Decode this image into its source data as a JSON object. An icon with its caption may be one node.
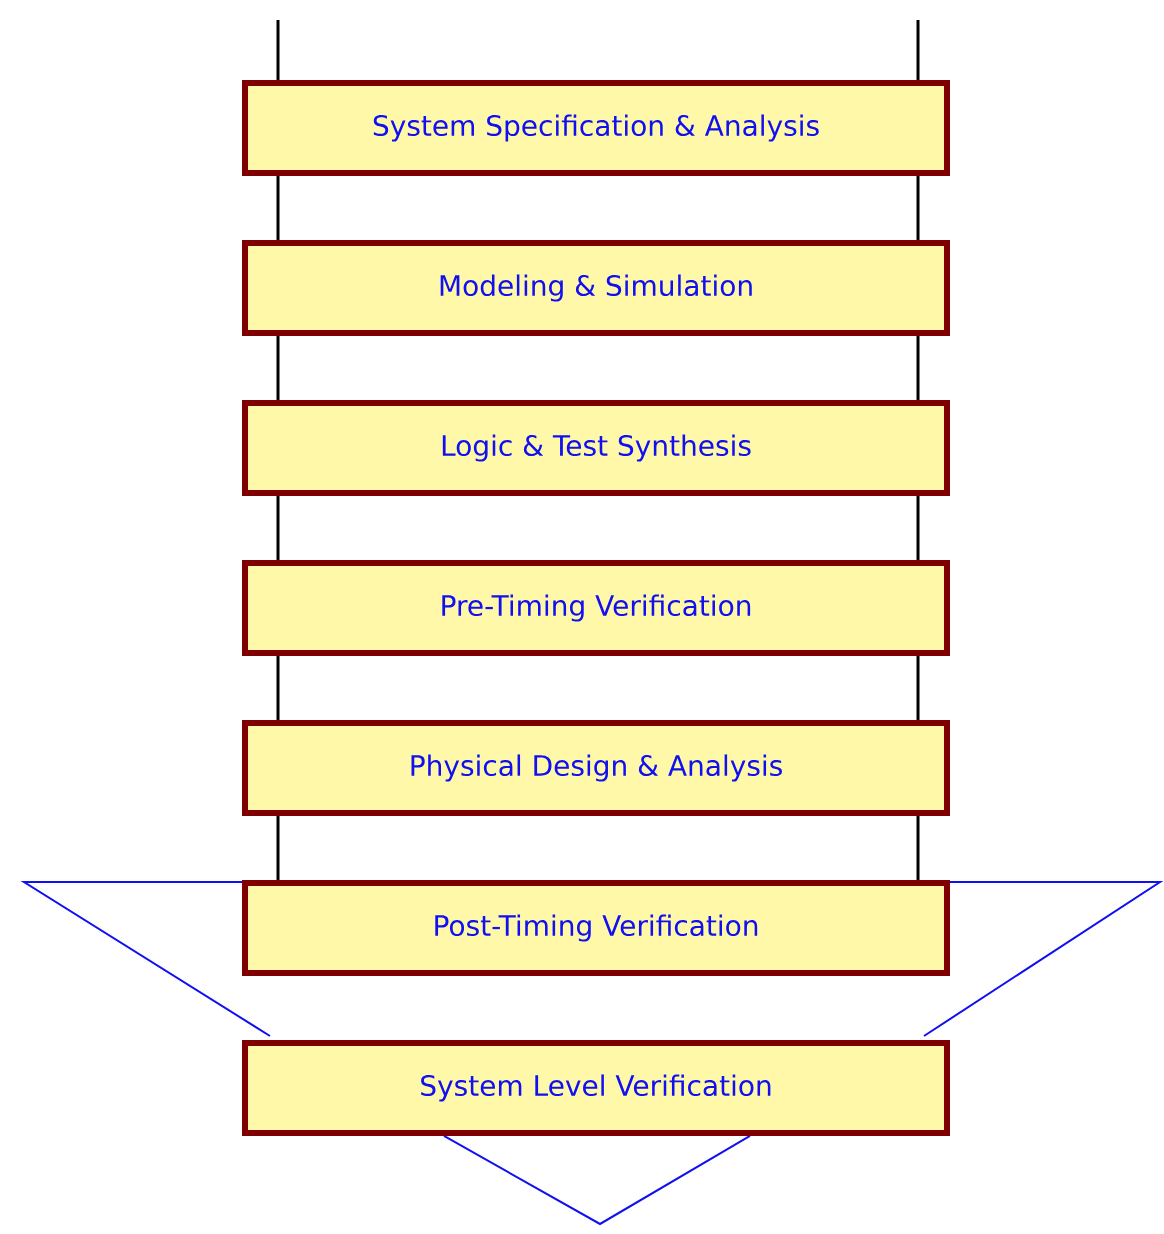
{
  "diagram": {
    "nodes": [
      {
        "text": [
          "System Specification & Analysis"
        ]
      },
      {
        "text": [
          "Modeling & Simulation"
        ]
      },
      {
        "text": [
          "Logic & Test Synthesis"
        ]
      },
      {
        "text": [
          "Pre-Timing Verification"
        ]
      },
      {
        "text": [
          "Physical Design & Analysis"
        ]
      },
      {
        "text": [
          "Post-Timing Verification"
        ]
      },
      {
        "text": [
          "System Level Verification"
        ]
      }
    ]
  }
}
